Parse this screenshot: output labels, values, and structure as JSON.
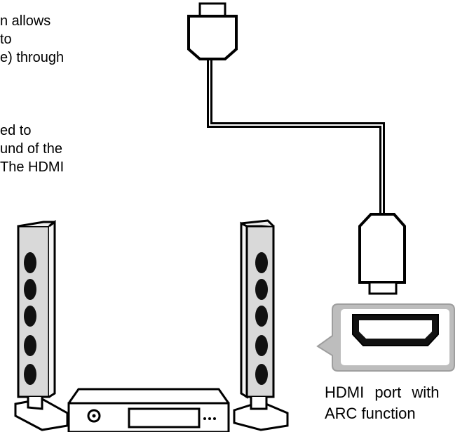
{
  "intro_text": {
    "line1": "n allows",
    "line2": "to",
    "line3": "e) through",
    "line4": "ed to",
    "line5": "und of the",
    "line6": "The HDMI"
  },
  "port_caption": {
    "line1": "HDMI port with",
    "line2": "ARC function"
  },
  "colors": {
    "line": "#000000",
    "port_panel": "#bdbdbd",
    "speaker_grille": "#d9d9d9",
    "paper": "#ffffff"
  },
  "icons": [
    "hdmi-plug-icon",
    "hdmi-cable-icon",
    "hdmi-port-icon",
    "tower-speaker-icon",
    "av-receiver-icon"
  ]
}
